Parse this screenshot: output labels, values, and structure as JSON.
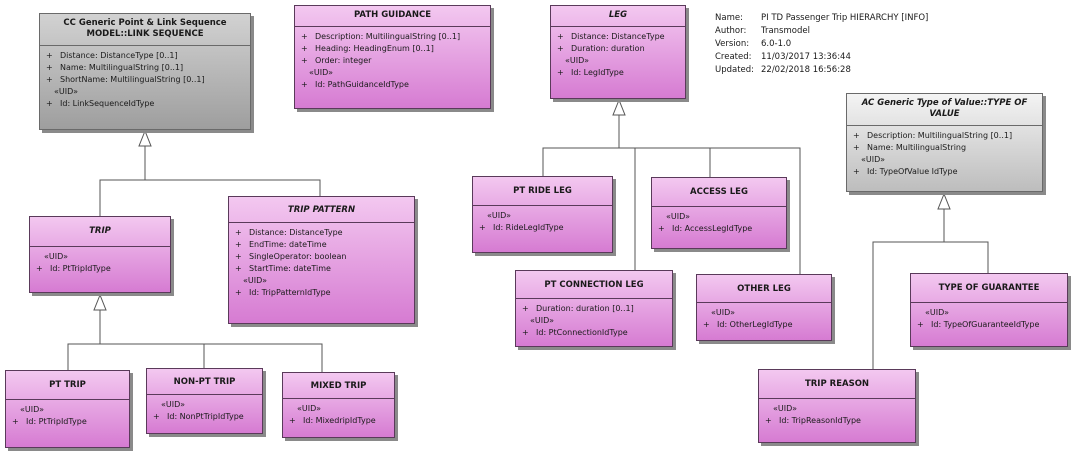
{
  "info": {
    "rows": [
      {
        "k": "Name:",
        "v": "PI TD Passenger Trip HIERARCHY [INFO]"
      },
      {
        "k": "Author:",
        "v": "Transmodel"
      },
      {
        "k": "Version:",
        "v": "6.0-1.0"
      },
      {
        "k": "Created:",
        "v": "11/03/2017 13:36:44"
      },
      {
        "k": "Updated:",
        "v": "22/02/2018 16:56:28"
      }
    ]
  },
  "classes": {
    "link_sequence": {
      "title": "CC Generic Point & Link Sequence MODEL::LINK SEQUENCE",
      "attrs": [
        {
          "vis": "+",
          "text": "Distance: DistanceType [0..1]"
        },
        {
          "vis": "+",
          "text": "Name: MultilingualString [0..1]"
        },
        {
          "vis": "+",
          "text": "ShortName: MultilingualString [0..1]"
        }
      ],
      "stereo": "«UID»",
      "uid": {
        "vis": "+",
        "text": "Id: LinkSequenceIdType"
      }
    },
    "path_guidance": {
      "title": "PATH GUIDANCE",
      "attrs": [
        {
          "vis": "+",
          "text": "Description: MultilingualString [0..1]"
        },
        {
          "vis": "+",
          "text": "Heading: HeadingEnum [0..1]"
        },
        {
          "vis": "+",
          "text": "Order: integer"
        }
      ],
      "stereo": "«UID»",
      "uid": {
        "vis": "+",
        "text": "Id: PathGuidanceIdType"
      }
    },
    "leg": {
      "title": "LEG",
      "attrs": [
        {
          "vis": "+",
          "text": "Distance: DistanceType"
        },
        {
          "vis": "+",
          "text": "Duration: duration"
        }
      ],
      "stereo": "«UID»",
      "uid": {
        "vis": "+",
        "text": "Id: LegIdType"
      }
    },
    "type_of_value": {
      "title": "AC Generic Type of Value::TYPE OF VALUE",
      "attrs": [
        {
          "vis": "+",
          "text": "Description: MultilingualString [0..1]"
        },
        {
          "vis": "+",
          "text": "Name: MultilingualString"
        }
      ],
      "stereo": "«UID»",
      "uid": {
        "vis": "+",
        "text": "Id: TypeOfValue IdType"
      }
    },
    "trip": {
      "title": "TRIP",
      "stereo": "«UID»",
      "uid": {
        "vis": "+",
        "text": "Id: PtTripIdType"
      }
    },
    "trip_pattern": {
      "title": "TRIP PATTERN",
      "attrs": [
        {
          "vis": "+",
          "text": "Distance: DistanceType"
        },
        {
          "vis": "+",
          "text": "EndTime: dateTime"
        },
        {
          "vis": "+",
          "text": "SingleOperator: boolean"
        },
        {
          "vis": "+",
          "text": "StartTime: dateTime"
        }
      ],
      "stereo": "«UID»",
      "uid": {
        "vis": "+",
        "text": "Id: TripPatternIdType"
      }
    },
    "pt_ride_leg": {
      "title": "PT RIDE LEG",
      "stereo": "«UID»",
      "uid": {
        "vis": "+",
        "text": "Id: RideLegIdType"
      }
    },
    "access_leg": {
      "title": "ACCESS LEG",
      "stereo": "«UID»",
      "uid": {
        "vis": "+",
        "text": "Id: AccessLegIdType"
      }
    },
    "pt_connection_leg": {
      "title": "PT CONNECTION  LEG",
      "attrs": [
        {
          "vis": "+",
          "text": "Duration: duration [0..1]"
        }
      ],
      "stereo": "«UID»",
      "uid": {
        "vis": "+",
        "text": "Id: PtConnectionIdType"
      }
    },
    "other_leg": {
      "title": "OTHER LEG",
      "stereo": "«UID»",
      "uid": {
        "vis": "+",
        "text": "Id: OtherLegIdType"
      }
    },
    "type_of_guarantee": {
      "title": "TYPE OF GUARANTEE",
      "stereo": "«UID»",
      "uid": {
        "vis": "+",
        "text": "Id: TypeOfGuaranteeIdType"
      }
    },
    "pt_trip": {
      "title": "PT TRIP",
      "stereo": "«UID»",
      "uid": {
        "vis": "+",
        "text": "Id: PtTripIdType"
      }
    },
    "non_pt_trip": {
      "title": "NON-PT TRIP",
      "stereo": "«UID»",
      "uid": {
        "vis": "+",
        "text": "Id: NonPtTripIdType"
      }
    },
    "mixed_trip": {
      "title": "MIXED TRIP",
      "stereo": "«UID»",
      "uid": {
        "vis": "+",
        "text": "Id: MixedripIdType"
      }
    },
    "trip_reason": {
      "title": "TRIP REASON",
      "stereo": "«UID»",
      "uid": {
        "vis": "+",
        "text": "Id: TripReasonIdType"
      }
    }
  }
}
